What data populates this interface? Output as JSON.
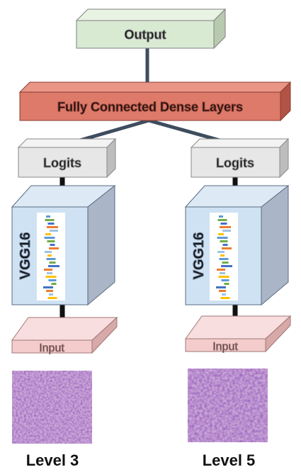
{
  "nodes": {
    "output": "Output",
    "fc": "Fully Connected Dense Layers",
    "logits_left": "Logits",
    "logits_right": "Logits",
    "vgg_left": "VGG16",
    "vgg_right": "VGG16",
    "input_left": "Input",
    "input_right": "Input"
  },
  "levels": {
    "left": "Level 3",
    "right": "Level 5"
  },
  "colors": {
    "output_fill": "#d9ead3",
    "fc_fill": "#dd7a6a",
    "logits_fill": "#e7e7e7",
    "vgg_fill": "#cfe2f3",
    "input_fill": "#f4cccc",
    "connector": "#3d4d5e",
    "histology_base": "#c9a6d6",
    "histology_nuclei": "#5a2a86"
  }
}
